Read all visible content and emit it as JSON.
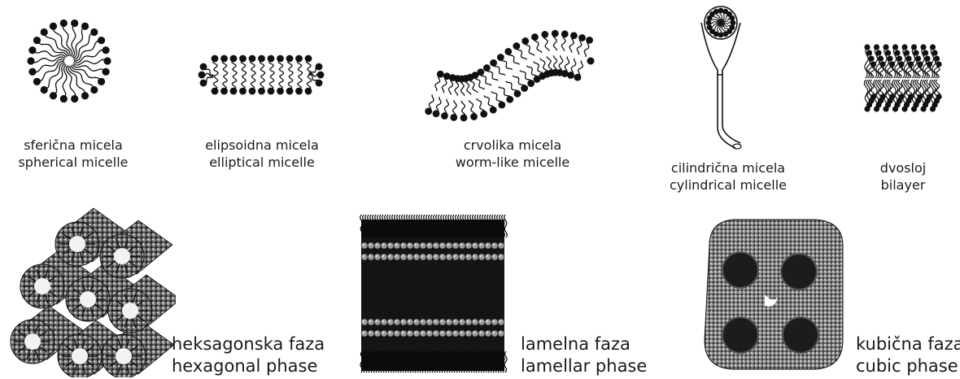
{
  "structures": [
    {
      "id": "spherical",
      "label_sl": "sferična micela",
      "label_en": "spherical micelle"
    },
    {
      "id": "elliptical",
      "label_sl": "elipsoidna micela",
      "label_en": "elliptical micelle"
    },
    {
      "id": "worm",
      "label_sl": "crvolika micela",
      "label_en": "worm-like micelle"
    },
    {
      "id": "cylindrical",
      "label_sl": "cilindrična micela",
      "label_en": "cylindrical micelle"
    },
    {
      "id": "bilayer",
      "label_sl": "dvosloj",
      "label_en": "bilayer"
    }
  ],
  "phases": [
    {
      "id": "hexagonal",
      "label_sl": "heksagonska faza",
      "label_en": "hexagonal phase"
    },
    {
      "id": "lamellar",
      "label_sl": "lamelna faza",
      "label_en": "lamellar phase"
    },
    {
      "id": "cubic",
      "label_sl": "kubična faza",
      "label_en": "cubic phase"
    }
  ],
  "colors": {
    "ink": "#111111",
    "bead": "#9a9a9a",
    "bead_light": "#d9d9d9"
  }
}
